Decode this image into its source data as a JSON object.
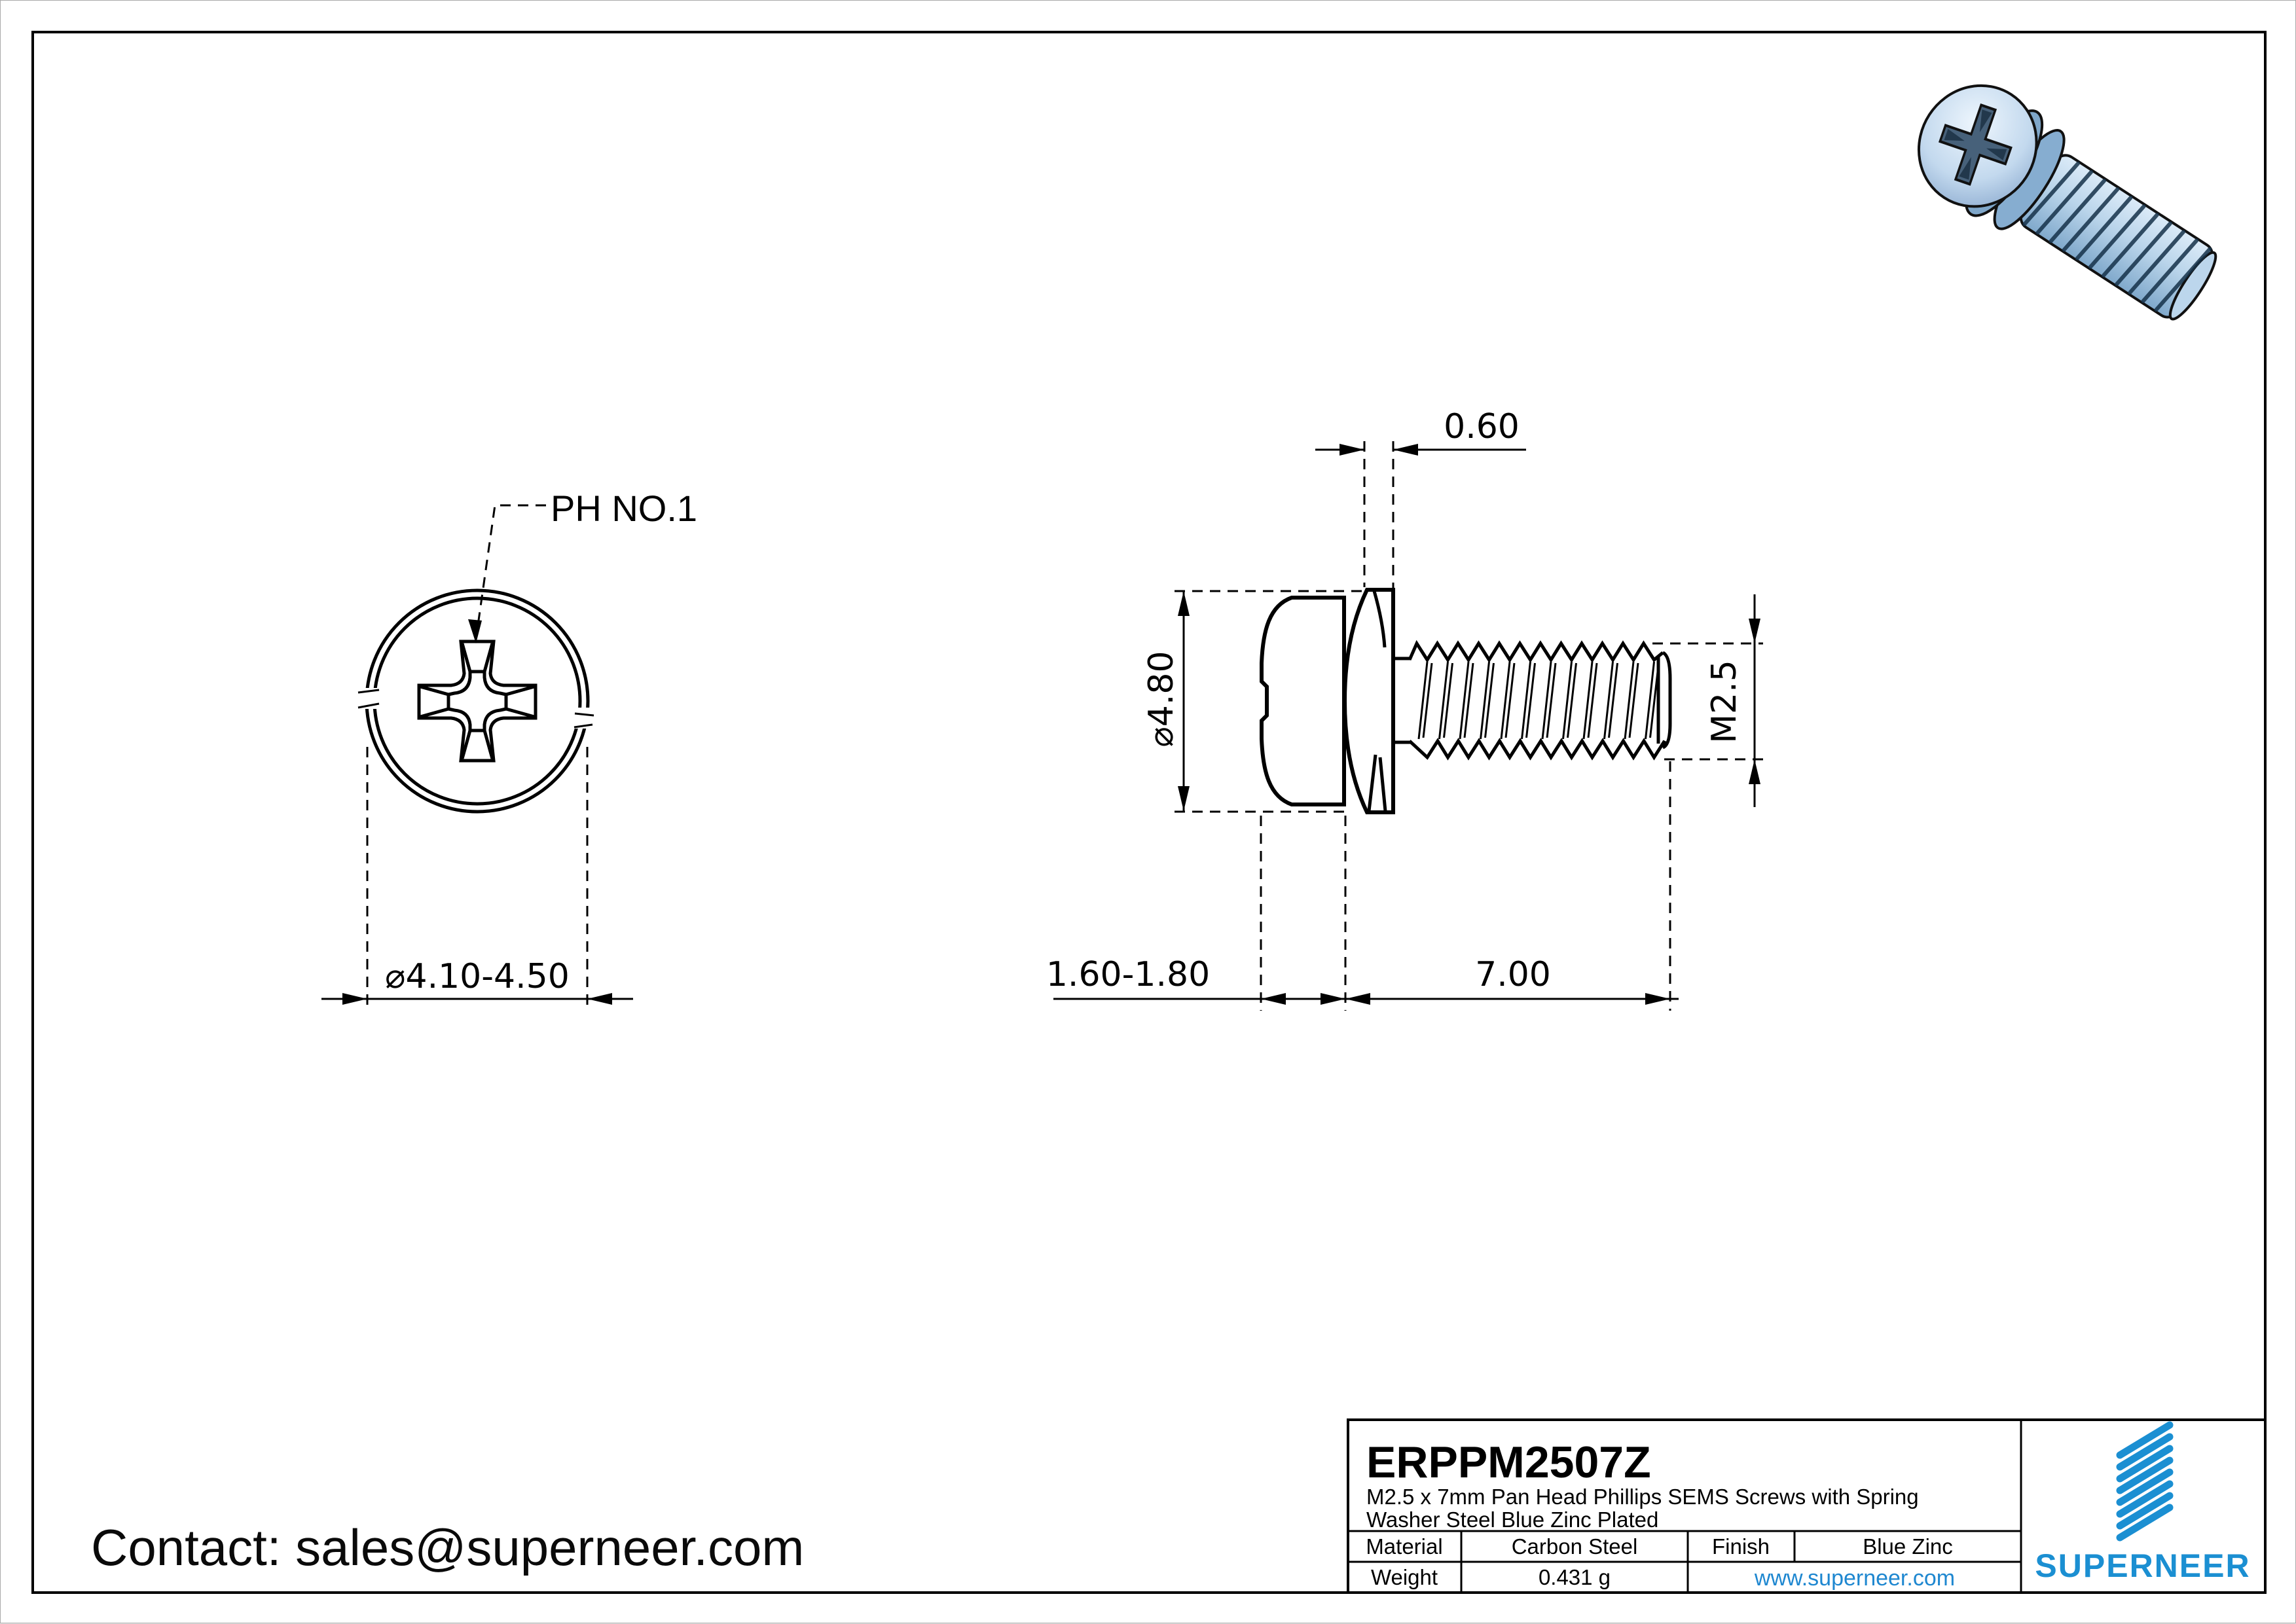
{
  "top_view": {
    "drive_label": "PH NO.1",
    "head_diameter_dim": "⌀4.10-4.50"
  },
  "side_view": {
    "washer_thickness_dim": "0.60",
    "head_diameter_dim": "⌀4.80",
    "thread_dim": "M2.5",
    "head_height_dim": "1.60-1.80",
    "thread_length_dim": "7.00"
  },
  "contact": {
    "text": "Contact: sales@superneer.com"
  },
  "title_block": {
    "part_number": "ERPPM2507Z",
    "description_line1": "M2.5 x 7mm Pan Head Phillips SEMS Screws with Spring",
    "description_line2": "Washer Steel Blue Zinc Plated",
    "material_label": "Material",
    "material_value": "Carbon Steel",
    "finish_label": "Finish",
    "finish_value": "Blue Zinc",
    "weight_label": "Weight",
    "weight_value": "0.431 g",
    "website": "www.superneer.com",
    "brand": "SUPERNEER",
    "brand_color": "#1b8fd2",
    "link_color": "#1e87d0"
  }
}
